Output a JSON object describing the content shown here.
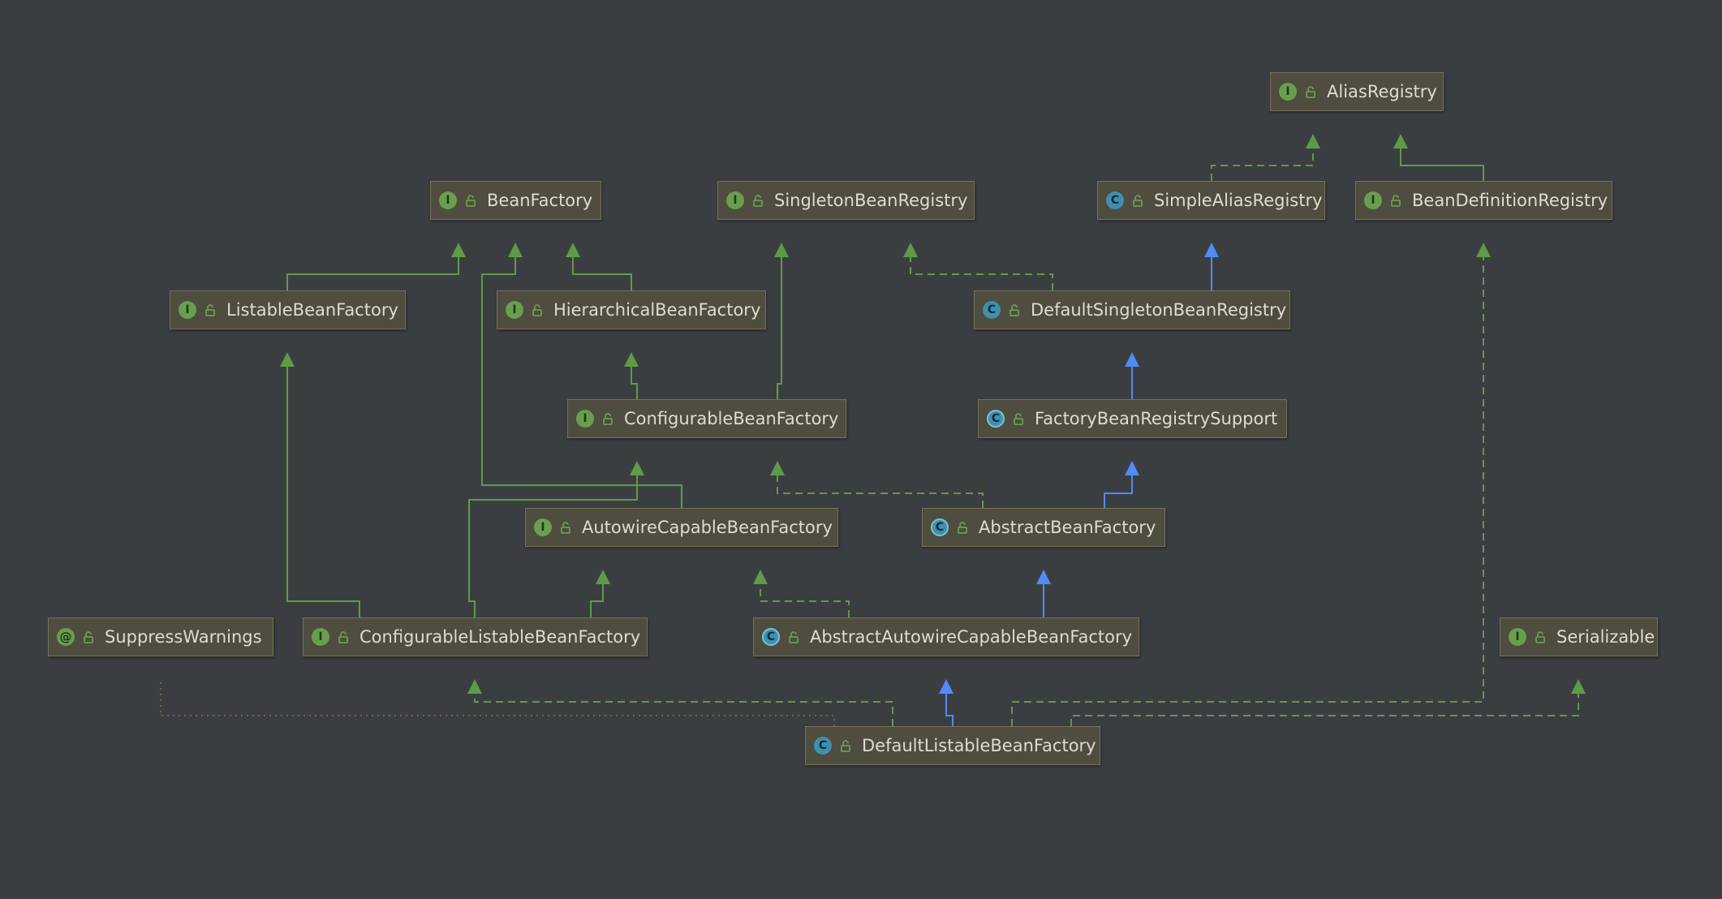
{
  "nodes": [
    {
      "id": "alias-registry",
      "label": "AliasRegistry",
      "kind": "interface",
      "badge": "I"
    },
    {
      "id": "bean-factory",
      "label": "BeanFactory",
      "kind": "interface",
      "badge": "I"
    },
    {
      "id": "singleton-bean-registry",
      "label": "SingletonBeanRegistry",
      "kind": "interface",
      "badge": "I"
    },
    {
      "id": "simple-alias-registry",
      "label": "SimpleAliasRegistry",
      "kind": "class",
      "badge": "C"
    },
    {
      "id": "bean-definition-registry",
      "label": "BeanDefinitionRegistry",
      "kind": "interface",
      "badge": "I"
    },
    {
      "id": "listable-bean-factory",
      "label": "ListableBeanFactory",
      "kind": "interface",
      "badge": "I"
    },
    {
      "id": "hierarchical-bean-factory",
      "label": "HierarchicalBeanFactory",
      "kind": "interface",
      "badge": "I"
    },
    {
      "id": "default-singleton-bean-registry",
      "label": "DefaultSingletonBeanRegistry",
      "kind": "class",
      "badge": "C"
    },
    {
      "id": "configurable-bean-factory",
      "label": "ConfigurableBeanFactory",
      "kind": "interface",
      "badge": "I"
    },
    {
      "id": "factory-bean-registry-support",
      "label": "FactoryBeanRegistrySupport",
      "kind": "abstract",
      "badge": "C"
    },
    {
      "id": "autowire-capable-bean-factory",
      "label": "AutowireCapableBeanFactory",
      "kind": "interface",
      "badge": "I"
    },
    {
      "id": "abstract-bean-factory",
      "label": "AbstractBeanFactory",
      "kind": "abstract",
      "badge": "C"
    },
    {
      "id": "suppress-warnings",
      "label": "SuppressWarnings",
      "kind": "annotation",
      "badge": "@"
    },
    {
      "id": "configurable-listable-bean-factory",
      "label": "ConfigurableListableBeanFactory",
      "kind": "interface",
      "badge": "I"
    },
    {
      "id": "abstract-autowire-capable-bean-factory",
      "label": "AbstractAutowireCapableBeanFactory",
      "kind": "abstract",
      "badge": "C"
    },
    {
      "id": "serializable",
      "label": "Serializable",
      "kind": "interface",
      "badge": "I"
    },
    {
      "id": "default-listable-bean-factory",
      "label": "DefaultListableBeanFactory",
      "kind": "class",
      "badge": "C"
    }
  ],
  "edges": [
    {
      "from": "simple-alias-registry",
      "to": "alias-registry",
      "type": "implements"
    },
    {
      "from": "bean-definition-registry",
      "to": "alias-registry",
      "type": "extends-interface"
    },
    {
      "from": "listable-bean-factory",
      "to": "bean-factory",
      "type": "extends-interface"
    },
    {
      "from": "hierarchical-bean-factory",
      "to": "bean-factory",
      "type": "extends-interface"
    },
    {
      "from": "autowire-capable-bean-factory",
      "to": "bean-factory",
      "type": "extends-interface"
    },
    {
      "from": "configurable-bean-factory",
      "to": "hierarchical-bean-factory",
      "type": "extends-interface"
    },
    {
      "from": "configurable-bean-factory",
      "to": "singleton-bean-registry",
      "type": "extends-interface"
    },
    {
      "from": "default-singleton-bean-registry",
      "to": "singleton-bean-registry",
      "type": "implements"
    },
    {
      "from": "default-singleton-bean-registry",
      "to": "simple-alias-registry",
      "type": "extends"
    },
    {
      "from": "factory-bean-registry-support",
      "to": "default-singleton-bean-registry",
      "type": "extends"
    },
    {
      "from": "abstract-bean-factory",
      "to": "factory-bean-registry-support",
      "type": "extends"
    },
    {
      "from": "abstract-bean-factory",
      "to": "configurable-bean-factory",
      "type": "implements"
    },
    {
      "from": "configurable-listable-bean-factory",
      "to": "listable-bean-factory",
      "type": "extends-interface"
    },
    {
      "from": "configurable-listable-bean-factory",
      "to": "configurable-bean-factory",
      "type": "extends-interface"
    },
    {
      "from": "configurable-listable-bean-factory",
      "to": "autowire-capable-bean-factory",
      "type": "extends-interface"
    },
    {
      "from": "abstract-autowire-capable-bean-factory",
      "to": "abstract-bean-factory",
      "type": "extends"
    },
    {
      "from": "abstract-autowire-capable-bean-factory",
      "to": "autowire-capable-bean-factory",
      "type": "implements"
    },
    {
      "from": "default-listable-bean-factory",
      "to": "abstract-autowire-capable-bean-factory",
      "type": "extends"
    },
    {
      "from": "default-listable-bean-factory",
      "to": "configurable-listable-bean-factory",
      "type": "implements"
    },
    {
      "from": "default-listable-bean-factory",
      "to": "bean-definition-registry",
      "type": "implements"
    },
    {
      "from": "default-listable-bean-factory",
      "to": "serializable",
      "type": "implements"
    },
    {
      "from": "default-listable-bean-factory",
      "to": "suppress-warnings",
      "type": "annotated-with"
    }
  ],
  "colors": {
    "background": "#3b3e41",
    "node_fill": "#4f4c40",
    "node_border": "#777259",
    "node_text": "#dedcd2",
    "interface_badge": "#6a9e4f",
    "class_badge": "#3f8fae",
    "green_edge": "#5f9a49",
    "blue_edge": "#548af7",
    "annotation_edge": "#6b6a43"
  }
}
